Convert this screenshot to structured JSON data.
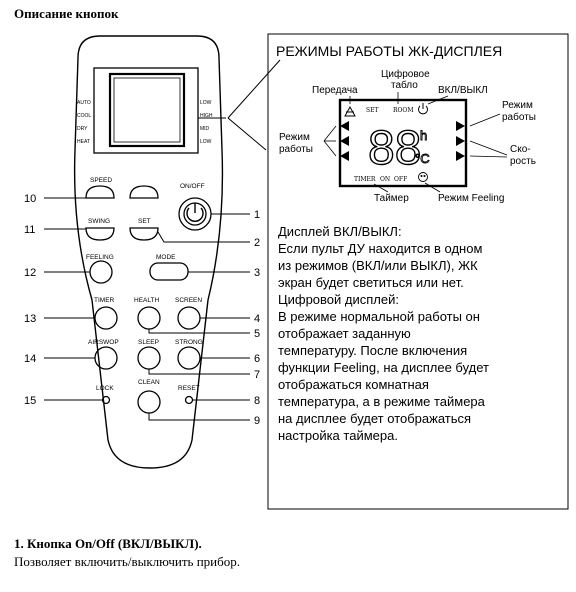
{
  "page": {
    "heading": "Описание кнопок",
    "section_title": "1. Кнопка On/Off (ВКЛ/ВЫКЛ).",
    "section_text": "Позволяет включить/выключить прибор."
  },
  "remote": {
    "mode_labels_left": [
      "AUTO",
      "COOL",
      "DRY",
      "HEAT"
    ],
    "speed_labels_right": [
      "LOW",
      "HIGH",
      "MID",
      "LOW"
    ],
    "buttons": {
      "speed": "SPEED",
      "onoff": "ON/OFF",
      "swing": "SWING",
      "set": "SET",
      "feeling": "FEELING",
      "mode": "MODE",
      "timer": "TIMER",
      "health": "HEALTH",
      "screen": "SCREEN",
      "airswop": "AIRSWOP",
      "sleep": "SLEEP",
      "strong": "STRONG",
      "lock": "LOCK",
      "clean": "CLEAN",
      "reset": "RESET"
    },
    "callouts": {
      "n1": "1",
      "n2": "2",
      "n3": "3",
      "n4": "4",
      "n5": "5",
      "n6": "6",
      "n7": "7",
      "n8": "8",
      "n9": "9",
      "n10": "10",
      "n11": "11",
      "n12": "12",
      "n13": "13",
      "n14": "14",
      "n15": "15"
    }
  },
  "display_panel": {
    "title": "РЕЖИМЫ РАБОТЫ ЖК-ДИСПЛЕЯ",
    "transfer": "Передача",
    "digital_board_1": "Цифровое",
    "digital_board_2": "табло",
    "onoff": "ВКЛ/ВЫКЛ",
    "mode_right_1": "Режим",
    "mode_right_2": "работы",
    "mode_left_1": "Режим",
    "mode_left_2": "работы",
    "speed_1": "Ско-",
    "speed_2": "рость",
    "timer": "Таймер",
    "feeling": "Режим Feeling",
    "lcd_set": "SET",
    "lcd_room": "ROOM",
    "lcd_timer": "TIMER",
    "lcd_on": "ON",
    "lcd_off": "OFF",
    "lcd_digits": "88",
    "lcd_h": "h",
    "lcd_c": "°C",
    "text_lines": [
      "Дисплей ВКЛ/ВЫКЛ:",
      "Если пульт ДУ находится в одном",
      "из режимов (ВКЛ/или ВЫКЛ), ЖК",
      "экран будет светиться или нет.",
      "Цифровой дисплей:",
      "В режиме нормальной работы он",
      "отображает заданную",
      "температуру. После включения",
      "функции Feeling, на дисплее будет",
      "отображаться комнатная",
      "температура, а в режиме таймера",
      "на дисплее будет отображаться",
      "настройка таймера."
    ]
  },
  "colors": {
    "ink": "#000000",
    "background": "#ffffff"
  }
}
